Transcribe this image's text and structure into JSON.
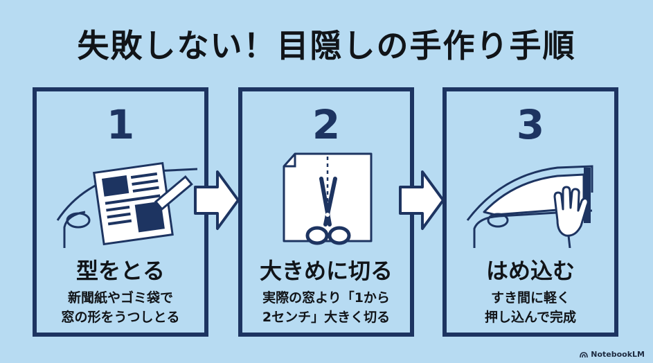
{
  "title": "失敗しない！目隠しの手作り手順",
  "steps": [
    {
      "number": "1",
      "heading": "型をとる",
      "desc_line1": "新聞紙やゴミ袋で",
      "desc_line2": "窓の形をうつしとる",
      "icon": "newspaper-pencil-icon"
    },
    {
      "number": "2",
      "heading": "大きめに切る",
      "desc_line1": "実際の窓より「1から",
      "desc_line2": "2センチ」大きく切る",
      "icon": "scissors-paper-icon"
    },
    {
      "number": "3",
      "heading": "はめ込む",
      "desc_line1": "すき間に軽く",
      "desc_line2": "押し込んで完成",
      "icon": "hand-window-icon"
    }
  ],
  "brand": "NotebookLM",
  "colors": {
    "background": "#b7dbf2",
    "accent": "#1d3461",
    "text": "#111418"
  }
}
